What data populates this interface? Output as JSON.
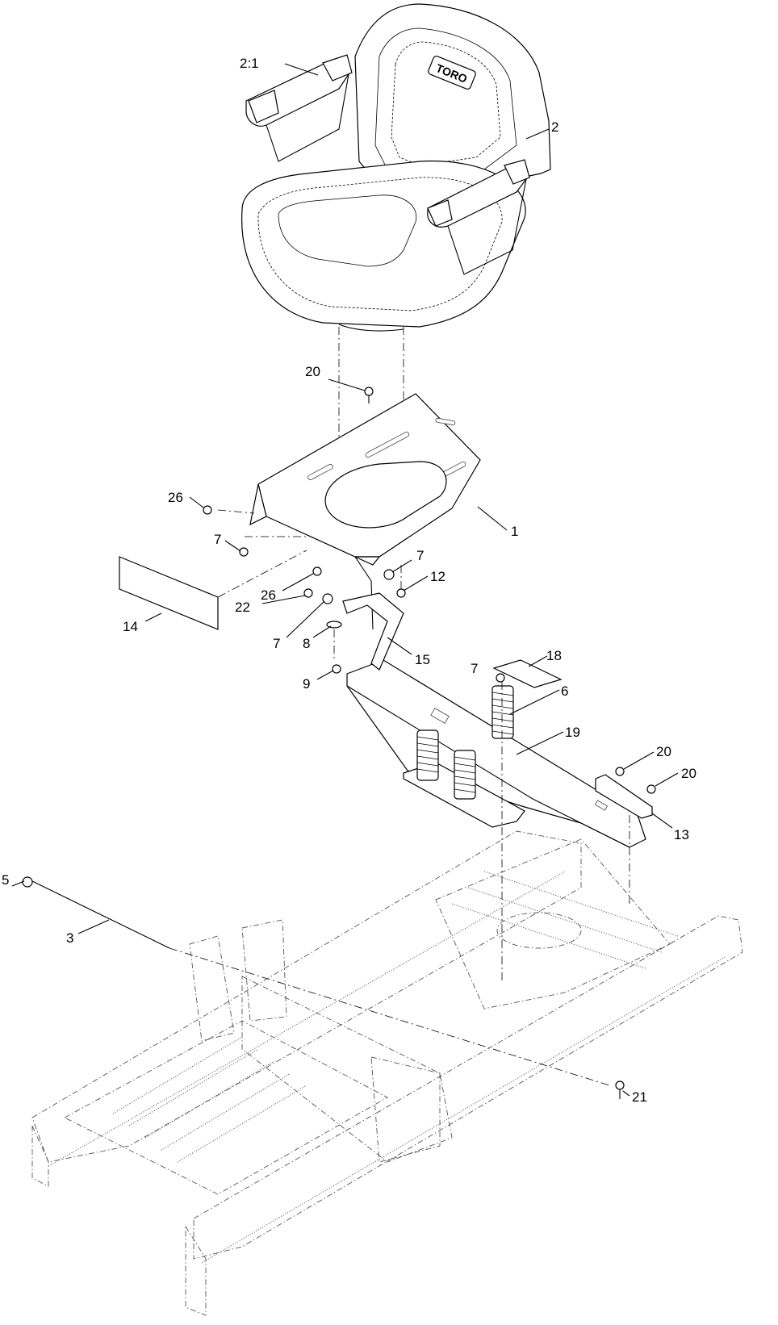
{
  "diagram": {
    "brand_on_seat": "TORO",
    "callouts": [
      {
        "id": "c-2-1",
        "text": "2:1"
      },
      {
        "id": "c-2",
        "text": "2"
      },
      {
        "id": "c-20-top",
        "text": "20"
      },
      {
        "id": "c-26-a",
        "text": "26"
      },
      {
        "id": "c-1",
        "text": "1"
      },
      {
        "id": "c-7-a",
        "text": "7"
      },
      {
        "id": "c-7-b",
        "text": "7"
      },
      {
        "id": "c-26-b",
        "text": "26"
      },
      {
        "id": "c-12",
        "text": "12"
      },
      {
        "id": "c-22",
        "text": "22"
      },
      {
        "id": "c-14",
        "text": "14"
      },
      {
        "id": "c-7-c",
        "text": "7"
      },
      {
        "id": "c-8",
        "text": "8"
      },
      {
        "id": "c-15",
        "text": "15"
      },
      {
        "id": "c-9",
        "text": "9"
      },
      {
        "id": "c-7-d",
        "text": "7"
      },
      {
        "id": "c-18",
        "text": "18"
      },
      {
        "id": "c-6",
        "text": "6"
      },
      {
        "id": "c-19",
        "text": "19"
      },
      {
        "id": "c-20-b",
        "text": "20"
      },
      {
        "id": "c-20-c",
        "text": "20"
      },
      {
        "id": "c-13",
        "text": "13"
      },
      {
        "id": "c-5",
        "text": "5"
      },
      {
        "id": "c-3",
        "text": "3"
      },
      {
        "id": "c-21",
        "text": "21"
      }
    ]
  }
}
